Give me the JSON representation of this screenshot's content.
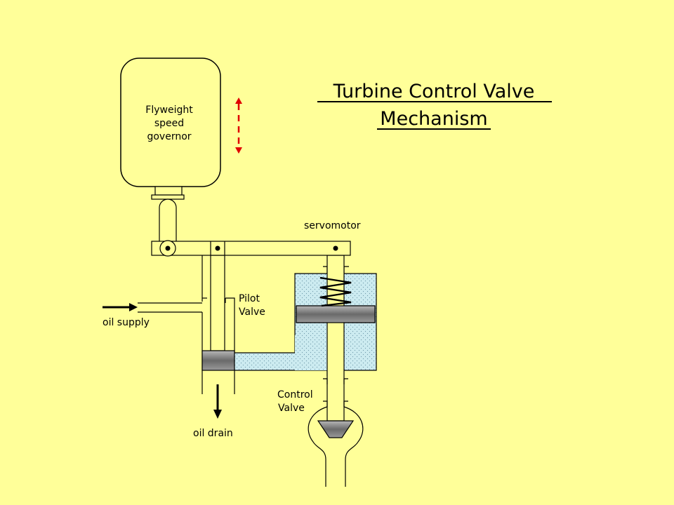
{
  "title": {
    "line1": "Turbine Control Valve",
    "line2": "Mechanism"
  },
  "labels": {
    "governor_line1": "Flyweight",
    "governor_line2": "speed",
    "governor_line3": "governor",
    "servomotor": "servomotor",
    "pilot_line1": "Pilot",
    "pilot_line2": "Valve",
    "oil_supply": "oil supply",
    "oil_drain": "oil drain",
    "control_line1": "Control",
    "control_line2": "Valve"
  },
  "colors": {
    "background": "#FFFF99",
    "oil": "#CCEBF0",
    "piston": "#808080",
    "arrow_red": "#E00000"
  },
  "icons": {
    "governor_motion": "double-headed-arrow-icon",
    "oil_supply_direction": "right-arrow-icon",
    "oil_drain_direction": "down-arrow-icon"
  }
}
